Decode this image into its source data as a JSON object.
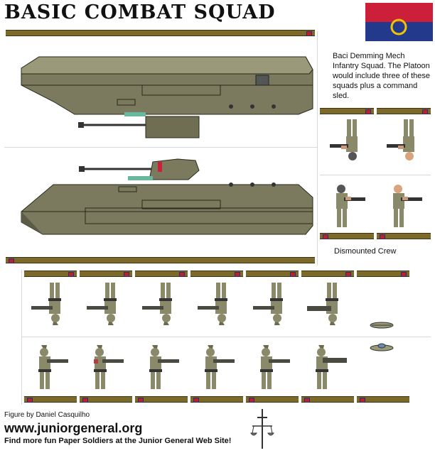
{
  "header": {
    "title": "BASIC COMBAT SQUAD"
  },
  "description": "Baci Demming Mech Infantry Squad. The Platoon would include three of these squads plus a command sled.",
  "dismounted_caption": "Dismounted Crew",
  "footer": {
    "credit": "Figure by Daniel Casquilho",
    "site": "www.juniorgeneral.org",
    "tagline": "Find more fun Paper Soldiers at the Junior General Web Site!"
  },
  "colors": {
    "flag_red": "#cc1f3a",
    "flag_blue": "#233a8c",
    "flag_ring": "#f2c400",
    "vehicle_olive": "#7b7a5e",
    "uniform": "#8a8a6a",
    "base": "#7b6a2a"
  },
  "icons": {
    "flag": "faction-flag-icon",
    "logo": "sword-scales-logo-icon"
  }
}
